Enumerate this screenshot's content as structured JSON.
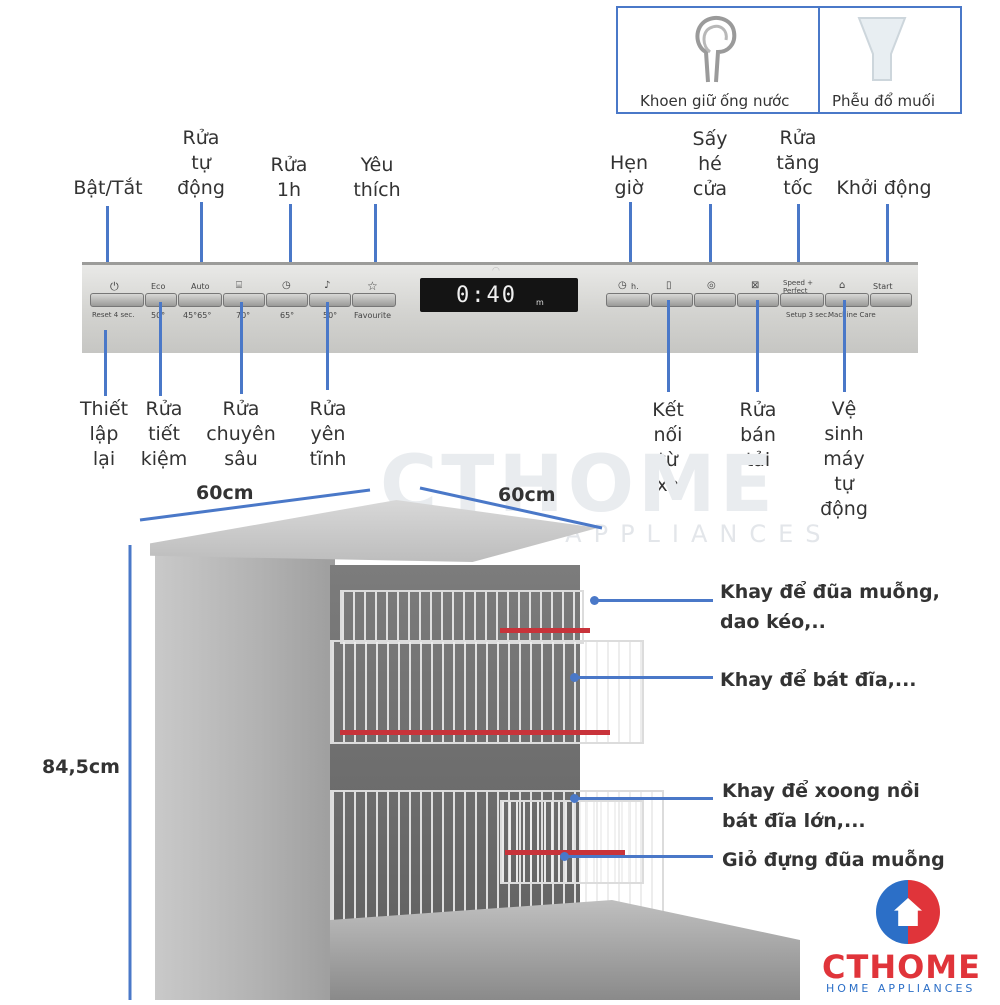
{
  "accessories": {
    "ring_label": "Khoen giữ ống nước",
    "funnel_label": "Phễu đổ muối"
  },
  "top_labels": {
    "power": "Bật/Tắt",
    "auto": "Rửa\ntự\nđộng",
    "one_hour": "Rửa\n1h",
    "favourite": "Yêu\nthích",
    "timer": "Hẹn\ngiờ",
    "door_dry": "Sấy\nhé\ncửa",
    "speed": "Rửa\ntăng\ntốc",
    "start": "Khởi động"
  },
  "bottom_labels": {
    "reset": "Thiết\nlập\nlại",
    "eco": "Rửa\ntiết\nkiệm",
    "intensive": "Rửa\nchuyên\nsâu",
    "silent": "Rửa\nyên\ntĩnh",
    "remote": "Kết\nnối\ntừ\nxa",
    "half_load": "Rửa\nbán\ntải",
    "machine_care": "Vệ\nsinh\nmáy\ntự\nđộng"
  },
  "panel": {
    "display": "0:40",
    "display_suffix": "m",
    "eco": "Eco",
    "auto": "Auto",
    "favourite_text": "Favourite",
    "reset_text": "Reset 4 sec.",
    "temp_50": "50°",
    "temp_auto": "45°65°",
    "temp_70": "70°",
    "temp_65": "65°",
    "temp_50b": "50°",
    "timer_h": "h.",
    "speed_text": "Speed + Perfect",
    "start_text": "Start",
    "setup_text": "Setup 3 sec.",
    "machine_care_text": "Machine Care"
  },
  "dimensions": {
    "width": "60cm",
    "depth": "60cm",
    "height": "84,5cm"
  },
  "racks": {
    "cutlery_tray": "Khay để đũa muỗng,\ndao kéo,..",
    "dish_rack": "Khay để bát đĩa,...",
    "pot_rack": "Khay để xoong nồi\nbát đĩa lớn,...",
    "cutlery_basket": "Giỏ đựng đũa muỗng"
  },
  "watermark": {
    "main": "CTHOME",
    "sub": "LUXURY APPLIANCES"
  },
  "logo": {
    "name": "CTHOME",
    "tagline": "HOME APPLIANCES"
  },
  "colors": {
    "callout": "#4a78c8",
    "logo_red": "#e0343a",
    "logo_blue": "#2c6fc7"
  }
}
